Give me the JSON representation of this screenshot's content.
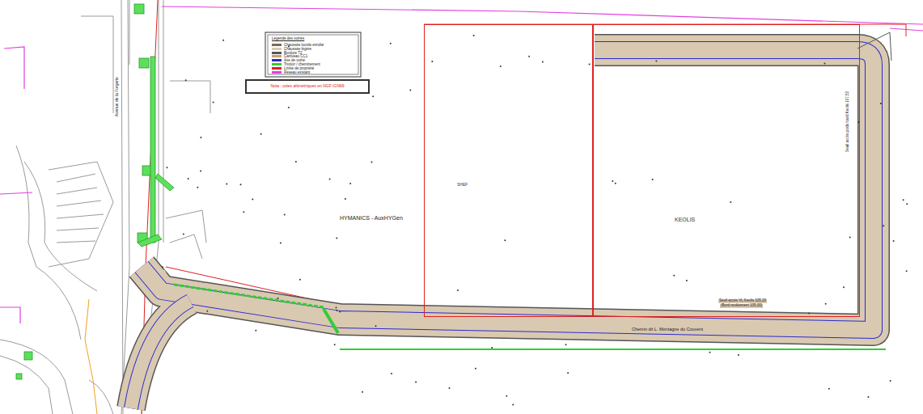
{
  "diagram": {
    "nodes": [
      {
        "text": [
          "SHEF"
        ]
      },
      {
        "text": [
          "KEOLIS"
        ]
      },
      {
        "text": [
          "Nota : cotes altimétriques en NGF IGN69"
        ]
      }
    ],
    "labels": [
      "Avenue de la Forgerie",
      "HYMANICS - AuxHYGen",
      "Chemin dit L. Montagne du Couvent",
      "Seuil accès VL Keolis 105,20",
      "(Bord revêtement 105,00)",
      "Seuil accès poids lourd Keolis 107,52",
      "Légende des voiries"
    ],
    "legend": [
      {
        "text": "Chaussée lourde enrobé",
        "color": "#7a6a55"
      },
      {
        "text": "Chaussée légère",
        "color": "#d9c9b1"
      },
      {
        "text": "Bordure T2",
        "color": "#555555"
      },
      {
        "text": "Caniveau CC1",
        "color": "#c8a070"
      },
      {
        "text": "Axe de voirie",
        "color": "#2a2ad0"
      },
      {
        "text": "Trottoir / cheminement",
        "color": "#33cc33"
      },
      {
        "text": "Limite de propriété",
        "color": "#e02020"
      },
      {
        "text": "Réseau existant",
        "color": "#e040e0"
      }
    ]
  }
}
